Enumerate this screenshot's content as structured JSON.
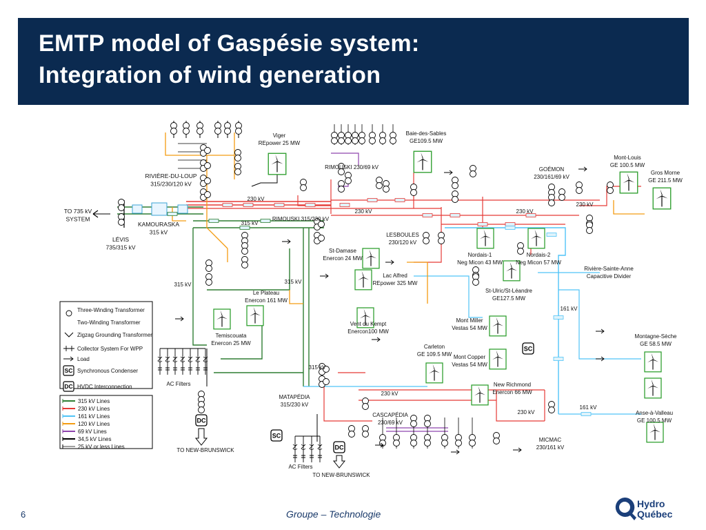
{
  "header": {
    "title_line1": "EMTP model of Gaspésie system:",
    "title_line2": "Integration of wind generation"
  },
  "footer": {
    "page_number": "6",
    "center_text": "Groupe – Technologie",
    "logo_line1": "Hydro",
    "logo_line2": "Québec"
  },
  "colors": {
    "kv315": "#2e7d32",
    "kv230": "#e53935",
    "kv161": "#4fc3f7",
    "kv120": "#f39c12",
    "kv69": "#8e44ad",
    "kv345": "#000000",
    "kv25": "#000000",
    "wind": "#2e9e2e",
    "title_bg": "#0b2a50"
  },
  "labels": [
    {
      "id": "to735",
      "lines": [
        "TO 735 kV",
        "SYSTEM"
      ]
    },
    {
      "id": "levis",
      "lines": [
        "LÉVIS",
        "735/315 kV"
      ]
    },
    {
      "id": "kamouraska",
      "lines": [
        "KAMOURASKA",
        "315 kV"
      ]
    },
    {
      "id": "riviere",
      "lines": [
        "RIVIÈRE-DU-LOUP",
        "315/230/120 kV"
      ]
    },
    {
      "id": "viger",
      "lines": [
        "Viger",
        "REpower 25 MW"
      ]
    },
    {
      "id": "bds",
      "lines": [
        "Baie-des-Sables",
        "GE109.5 MW"
      ]
    },
    {
      "id": "rim69",
      "lines": [
        "RIMOUSKI 230/69 kV"
      ]
    },
    {
      "id": "rim315",
      "lines": [
        "RIMOUSKI 315/230 kV"
      ]
    },
    {
      "id": "goemon",
      "lines": [
        "GOÉMON",
        "230/161/69 kV"
      ]
    },
    {
      "id": "montlouis",
      "lines": [
        "Mont-Louis",
        "GE 100.5 MW"
      ]
    },
    {
      "id": "grosmorne",
      "lines": [
        "Gros Morne",
        "GE 211.5 MW"
      ]
    },
    {
      "id": "lesboules",
      "lines": [
        "LESBOULES",
        "230/120 kV"
      ]
    },
    {
      "id": "stdamase",
      "lines": [
        "St-Damase",
        "Enercon 24 MW"
      ]
    },
    {
      "id": "lacalfred",
      "lines": [
        "Lac Alfred",
        "REpower 325 MW"
      ]
    },
    {
      "id": "nordais1",
      "lines": [
        "Nordais-1",
        "Neg Micon 43 MW"
      ]
    },
    {
      "id": "nordais2",
      "lines": [
        "Nordais-2",
        "Neg Micon 57 MW"
      ]
    },
    {
      "id": "rsa",
      "lines": [
        "Rivière-Sainte-Anne",
        "Capacitive Divider"
      ]
    },
    {
      "id": "stulric",
      "lines": [
        "St-Ulric/St-Léandre",
        "GE127.5 MW"
      ]
    },
    {
      "id": "leplateau",
      "lines": [
        "Le Plateau",
        "Enercon 161 MW"
      ]
    },
    {
      "id": "ventdukempt",
      "lines": [
        "Vent du Kempt",
        "Enercon100 MW"
      ]
    },
    {
      "id": "montmiller",
      "lines": [
        "Mont Miller",
        "Vestas 54 MW"
      ]
    },
    {
      "id": "temiscouata",
      "lines": [
        "Temiscouata",
        "Enercon 25 MW"
      ]
    },
    {
      "id": "carleton",
      "lines": [
        "Carleton",
        "GE 109.5 MW"
      ]
    },
    {
      "id": "montcopper",
      "lines": [
        "Mont Copper",
        "Vestas 54 MW"
      ]
    },
    {
      "id": "montagneseche",
      "lines": [
        "Montagne-Sèche",
        "GE 58.5 MW"
      ]
    },
    {
      "id": "newrichmond",
      "lines": [
        "New Richmond",
        "Enercon 66 MW"
      ]
    },
    {
      "id": "ansealavalleau",
      "lines": [
        "Anse-à-Valleau",
        "GE 100.5 MW"
      ]
    },
    {
      "id": "matapedia",
      "lines": [
        "MATAPÉDIA",
        "315/230 kV"
      ]
    },
    {
      "id": "cascapedia",
      "lines": [
        "CASCAPÉDIA",
        "230/69 kV"
      ]
    },
    {
      "id": "micmac",
      "lines": [
        "MICMAC",
        "230/161 kV"
      ]
    },
    {
      "id": "acfilters1",
      "lines": [
        "AC Filters"
      ]
    },
    {
      "id": "acfilters2",
      "lines": [
        "AC Filters"
      ]
    },
    {
      "id": "tonb1",
      "lines": [
        "TO NEW-BRUNSWICK"
      ]
    },
    {
      "id": "tonb2",
      "lines": [
        "TO NEW-BRUNSWICK"
      ]
    }
  ],
  "voltage_tags": [
    {
      "id": "v1",
      "text": "230 kV"
    },
    {
      "id": "v2",
      "text": "315 kV"
    },
    {
      "id": "v3",
      "text": "230 kV"
    },
    {
      "id": "v4",
      "text": "230 kV"
    },
    {
      "id": "v5",
      "text": "230 kV"
    },
    {
      "id": "v6",
      "text": "315 kV"
    },
    {
      "id": "v7",
      "text": "315 kV"
    },
    {
      "id": "v8",
      "text": "161 kV"
    },
    {
      "id": "v9",
      "text": "315 kV"
    },
    {
      "id": "v10",
      "text": "230 kV"
    },
    {
      "id": "v11",
      "text": "230 kV"
    },
    {
      "id": "v12",
      "text": "161 kV"
    }
  ],
  "sc_labels": [
    "SC",
    "SC",
    "SC"
  ],
  "dc_labels": [
    "DC",
    "DC",
    "DC"
  ],
  "legend": {
    "symbols": [
      {
        "label": "Three-Winding Transformer"
      },
      {
        "label": "Two-Winding Transformer"
      },
      {
        "label": "Zigzag Grounding Transformer"
      },
      {
        "label": "Collector System For WPP"
      },
      {
        "label": "Load"
      },
      {
        "label": "Synchronous Condenser",
        "badge": "SC"
      },
      {
        "label": "HVDC Interconnection",
        "badge": "DC"
      }
    ],
    "lines": [
      {
        "label": "315 kV Lines",
        "color": "#2e7d32"
      },
      {
        "label": "230 kV Lines",
        "color": "#e53935"
      },
      {
        "label": "161 kV Lines",
        "color": "#4fc3f7"
      },
      {
        "label": "120 kV Lines",
        "color": "#f39c12"
      },
      {
        "label": "69 kV Lines",
        "color": "#8e44ad"
      },
      {
        "label": "34,5 kV Lines",
        "color": "#000000"
      },
      {
        "label": "25 kV or less Lines",
        "color": "#000000"
      }
    ]
  }
}
